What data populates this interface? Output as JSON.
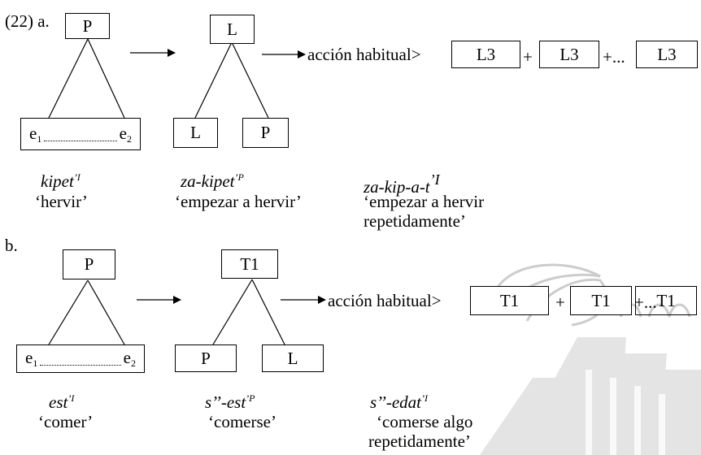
{
  "example_number": "(22) a.",
  "panel_a": {
    "tree1": {
      "root": "P",
      "left_event": "e",
      "left_sub": "1",
      "right_event": "e",
      "right_sub": "2"
    },
    "tree2": {
      "root": "L",
      "left_child": "L",
      "right_child": "P"
    },
    "habitual_label": "acción habitual>",
    "sequence": [
      "L3",
      "L3",
      "L3"
    ],
    "plus1": "+",
    "plus2": "+...",
    "word1": {
      "form": "kipet",
      "mark": "’I"
    },
    "gloss1": "‘hervir’",
    "word2": {
      "form": "za-kipet",
      "mark": "’P"
    },
    "gloss2": "‘empezar a hervir’",
    "word3": {
      "form": "za-kip-a-t",
      "mark": "’I"
    },
    "gloss3_line1": "‘empezar a hervir",
    "gloss3_line2": "repetidamente’"
  },
  "panel_b": {
    "label": "b.",
    "tree1": {
      "root": "P",
      "left_event": "e",
      "left_sub": "1",
      "right_event": "e",
      "right_sub": "2"
    },
    "tree2": {
      "root": "T1",
      "left_child": "P",
      "right_child": "L"
    },
    "habitual_label": "acción habitual>",
    "sequence": [
      "T1",
      "T1",
      "T1"
    ],
    "plus1": "+",
    "plus2": "+...",
    "word1": {
      "form": "est",
      "mark": "’I"
    },
    "gloss1": "‘comer’",
    "word2": {
      "form": "s’’-est",
      "mark": "’P"
    },
    "gloss2": "‘comerse’",
    "word3": {
      "form": "s’’-edat",
      "mark": "’I"
    },
    "gloss3_line1": "‘comerse algo",
    "gloss3_line2": "repetidamente’"
  },
  "colors": {
    "ink": "#000000",
    "watermark": "#c9c9c9",
    "background": "#ffffff"
  }
}
